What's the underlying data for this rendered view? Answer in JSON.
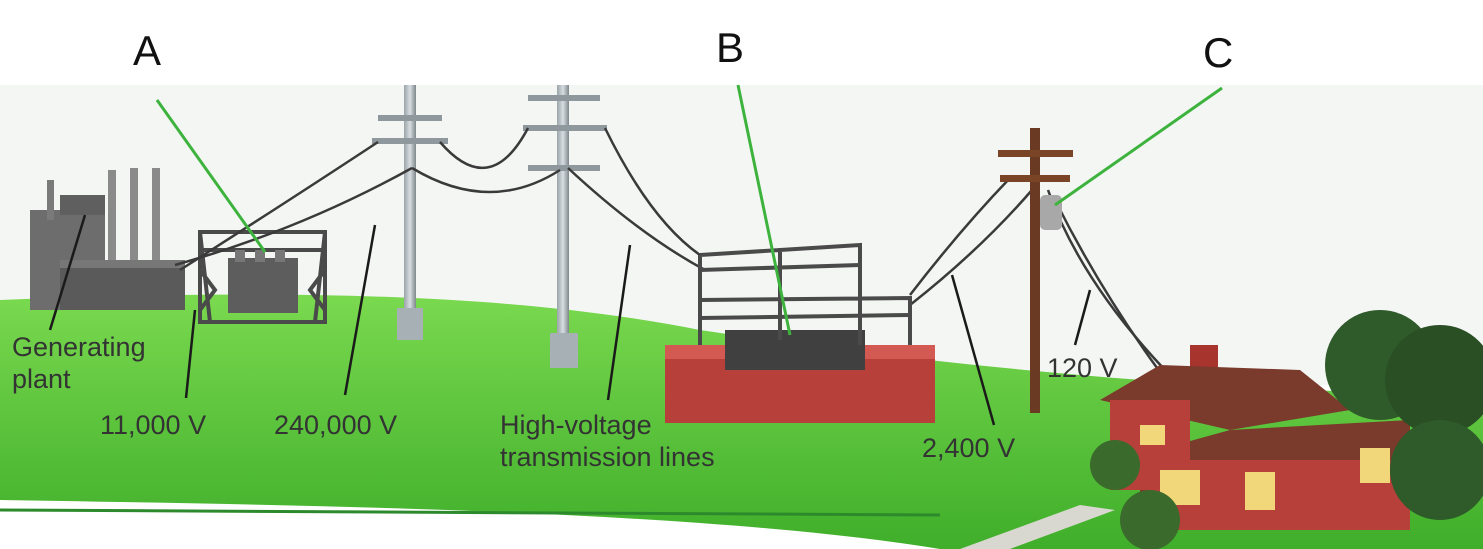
{
  "markers": {
    "a": "A",
    "b": "B",
    "c": "C"
  },
  "labels": {
    "generating_plant": [
      "Generating",
      "plant"
    ],
    "v11000": "11,000 V",
    "v240000": "240,000 V",
    "hv_lines": [
      "High-voltage",
      "transmission lines"
    ],
    "v2400": "2,400 V",
    "v120": "120 V"
  },
  "colors": {
    "pointer": "#3db33d",
    "grass": "#5bc93a",
    "brick": "#b8403a",
    "roof": "#7a3a2c",
    "steel": "#555555"
  }
}
